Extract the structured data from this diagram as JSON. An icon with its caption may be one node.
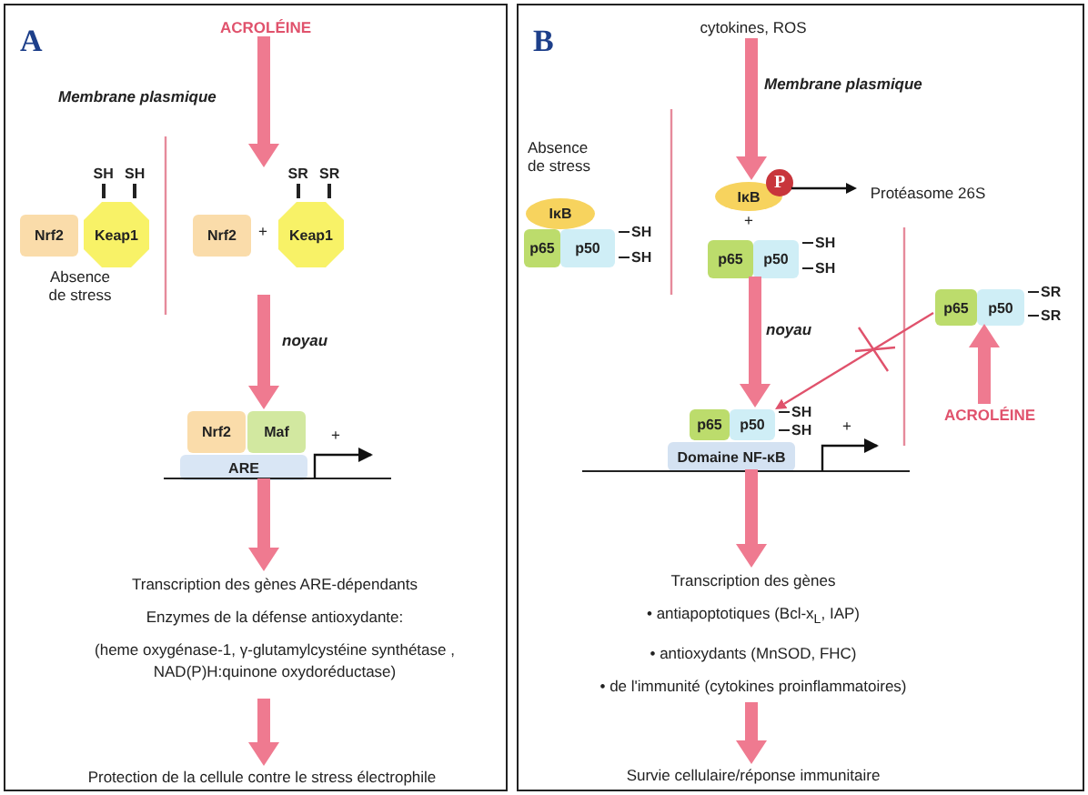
{
  "diagram": {
    "nodes": [
      {
        "text": [
          "A"
        ]
      },
      {
        "text": [
          "ACROLÉINE"
        ],
        "in": 0
      },
      {
        "text": [
          "Nrf2"
        ],
        "in": 0
      },
      {
        "text": [
          "Keap1"
        ],
        "beside": [
          "SH",
          "SH"
        ],
        "in": 0
      },
      {
        "text": [
          "Nrf2"
        ],
        "in": 0
      },
      {
        "text": [
          "Keap1"
        ],
        "beside": [
          "SR",
          "SR"
        ],
        "in": 0
      },
      {
        "text": [
          "Nrf2"
        ],
        "in": 0
      },
      {
        "text": [
          "Maf"
        ],
        "in": 0
      },
      {
        "text": [
          "ARE"
        ],
        "in": 0
      },
      {
        "text": [
          "Transcription des gènes  ARE-dépendants",
          "Enzymes de la défense antioxydante:",
          "(heme oxygénase-1, γ-glutamylcystéine synthétase , NAD(P)H:quinone oxydoréductase)"
        ],
        "in": 0
      },
      {
        "text": [
          "Protection de la cellule contre le stress électrophile"
        ],
        "in": 0
      },
      {
        "text": [
          "B"
        ]
      },
      {
        "text": [
          "cytokines, ROS"
        ],
        "in": 11
      },
      {
        "text": [
          "IκB"
        ],
        "in": 11
      },
      {
        "text": [
          "p65"
        ],
        "in": 11
      },
      {
        "text": [
          "p50"
        ],
        "beside": [
          "SH",
          "SH"
        ],
        "in": 11
      },
      {
        "text": [
          "IκB"
        ],
        "in": 11
      },
      {
        "text": [
          "P"
        ],
        "in": 11
      },
      {
        "text": [
          "Protéasome 26S"
        ],
        "in": 11
      },
      {
        "text": [
          "p65"
        ],
        "in": 11
      },
      {
        "text": [
          "p50"
        ],
        "beside": [
          "SH",
          "SH"
        ],
        "in": 11
      },
      {
        "text": [
          "p65"
        ],
        "in": 11
      },
      {
        "text": [
          "p50"
        ],
        "beside": [
          "SR",
          "SR"
        ],
        "in": 11
      },
      {
        "text": [
          "p65"
        ],
        "in": 11
      },
      {
        "text": [
          "p50"
        ],
        "beside": [
          "SH",
          "SH"
        ],
        "in": 11
      },
      {
        "text": [
          "Domaine NF-κB"
        ],
        "in": 11
      },
      {
        "text": [
          "ACROLÉINE"
        ],
        "in": 11
      },
      {
        "text": [
          "Transcription des gènes",
          "• antiapoptotiques (Bcl-x$_{L}$, IAP)",
          "• antioxydants (MnSOD, FHC)",
          "• de l'immunité (cytokines proinflammatoires)"
        ],
        "in": 11
      },
      {
        "text": [
          "Survie cellulaire/réponse immunitaire"
        ],
        "in": 11
      }
    ],
    "edges": [
      {
        "from": 1,
        "to": 5,
        "arrow": "to"
      },
      {
        "from": null,
        "to": 7,
        "arrow": "to"
      },
      {
        "from": 8,
        "to": 9,
        "arrow": "to"
      },
      {
        "from": 9,
        "to": 10,
        "arrow": "to"
      },
      {
        "from": 12,
        "to": 16,
        "arrow": "to"
      },
      {
        "from": 17,
        "to": 18,
        "arrow": "to",
        "color": "#111111"
      },
      {
        "from": 20,
        "to": 24,
        "arrow": "to"
      },
      {
        "from": 21,
        "to": 24,
        "arrow": "to",
        "color": "#e0526c"
      },
      {
        "from": 26,
        "to": 22,
        "arrow": "to"
      },
      {
        "from": 25,
        "to": 27,
        "arrow": "to"
      },
      {
        "from": 27,
        "to": 28,
        "arrow": "to"
      }
    ],
    "labels": [
      "Membrane plasmique",
      "Absence de stress",
      "+",
      "noyau",
      "+",
      "Membrane plasmique",
      "Absence de stress",
      "+",
      "noyau",
      "+"
    ]
  }
}
